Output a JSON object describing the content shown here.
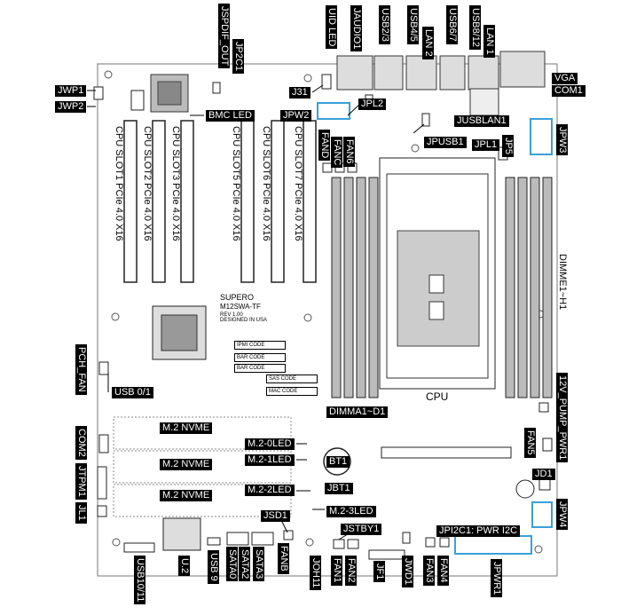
{
  "top_labels": {
    "jspdif_out": "JSPDIF_OUT",
    "jp2c1": "JP2C1",
    "uid_led": "UID LED",
    "jaudio1": "JAUDIO1",
    "usb23": "USB2/3",
    "usb45": "USB4/5",
    "lan2": "LAN 2",
    "usb67": "USB6/7",
    "usb812": "USB8/12",
    "lan1": "LAN 1"
  },
  "left_labels": {
    "jwp1": "JWP1",
    "jwp2": "JWP2",
    "pch_fan": "PCH_FAN",
    "com2": "COM2",
    "jtpm1": "JTPM1",
    "jl1": "JL1"
  },
  "right_labels": {
    "vga": "VGA",
    "com1": "COM1",
    "jpw3": "JPW3",
    "dimm_e_h": "DIMME1~H1",
    "pump_pwr": "12V_PUMP_PWR1",
    "fan5": "FAN5",
    "jd1": "JD1",
    "jpw4": "JPW4"
  },
  "mid_labels": {
    "j31": "J31",
    "jpl2": "JPL2",
    "jpw2": "JPW2",
    "jusblan1": "JUSBLAN1",
    "jpusb1": "JPUSB1",
    "jpl1": "JPL1",
    "jp5": "JP5",
    "bmc_led": "BMC LED",
    "fand": "FAND",
    "fanc": "FANC",
    "fan6": "FAN6",
    "cpu": "CPU",
    "dimm_a_d": "DIMMA1~D1",
    "usb01": "USB 0/1",
    "m2_nvme": "M.2 NVME",
    "m2_0led": "M.2-0LED",
    "m2_1led": "M.2-1LED",
    "m2_2led": "M.2-2LED",
    "m2_3led": "M.2-3LED",
    "bt1": "BT1",
    "jbt1": "JBT1",
    "jsd1": "JSD1",
    "jstby1": "JSTBY1",
    "jpi2c1": "JPI2C1: PWR I2C"
  },
  "slots": [
    "CPU SLOT1 PCIe 4.0 X16",
    "CPU SLOT2 PCIe 4.0 X16",
    "CPU SLOT3 PCIe 4.0 X16",
    "CPU SLOT5 PCIe 4.0 X16",
    "CPU SLOT6 PCIe 4.0 X16",
    "CPU SLOT7 PCIe 4.0 X16"
  ],
  "bottom_labels": {
    "usb1011": "USB10/11",
    "u2": "U.2",
    "usb9": "USB 9",
    "sata0": "SATA0",
    "sata2": "SATA2",
    "sata3": "SATA3",
    "fanb": "FANB",
    "joh11": "JOH11",
    "fan1": "FAN1",
    "fan2": "FAN2",
    "jf1": "JF1",
    "jwd1": "JWD1",
    "fan3": "FAN3",
    "fan4": "FAN4",
    "jpwr1": "JPWR1"
  },
  "board_text": {
    "brand": "SUPERO",
    "model": "M12SWA-TF",
    "rev": "REV 1.00",
    "origin": "DESIGNED IN USA",
    "ipmi": "IPMI CODE",
    "bar1": "BAR CODE",
    "bar2": "BAR CODE",
    "sas": "SAS CODE",
    "mac": "MAC CODE"
  },
  "colors": {
    "label_bg": "#000000",
    "label_fg": "#ffffff",
    "highlight": "#3aa0d8"
  }
}
